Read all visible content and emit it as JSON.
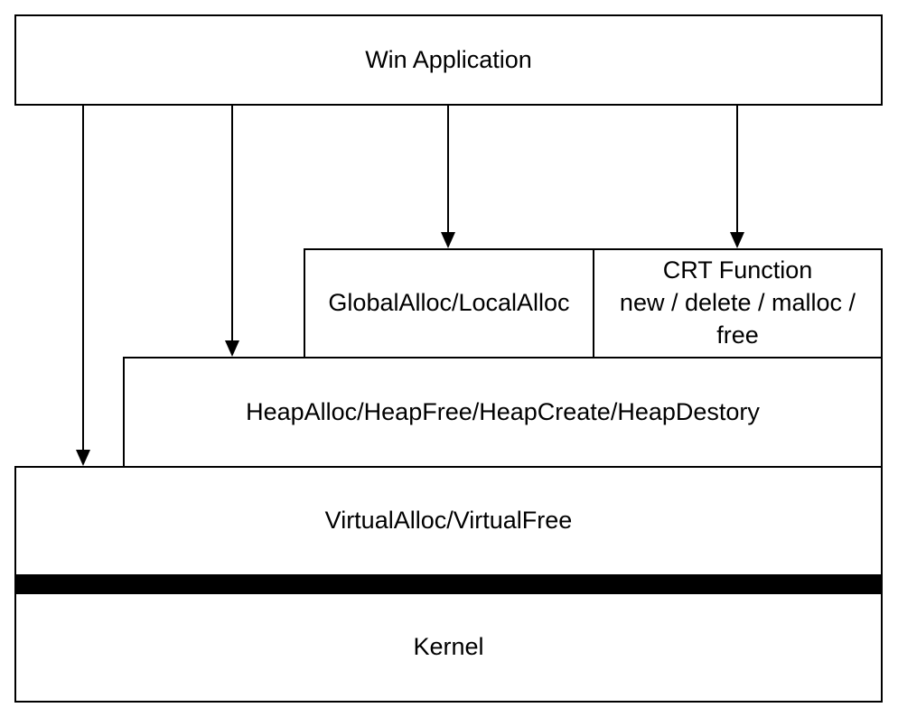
{
  "diagram": {
    "win_application": "Win Application",
    "global_local_alloc": "GlobalAlloc/LocalAlloc",
    "crt_function": {
      "line1": "CRT Function",
      "line2": "new / delete / malloc /",
      "line3": "free"
    },
    "heap_functions": "HeapAlloc/HeapFree/HeapCreate/HeapDestory",
    "virtual_functions": "VirtualAlloc/VirtualFree",
    "kernel": "Kernel"
  }
}
